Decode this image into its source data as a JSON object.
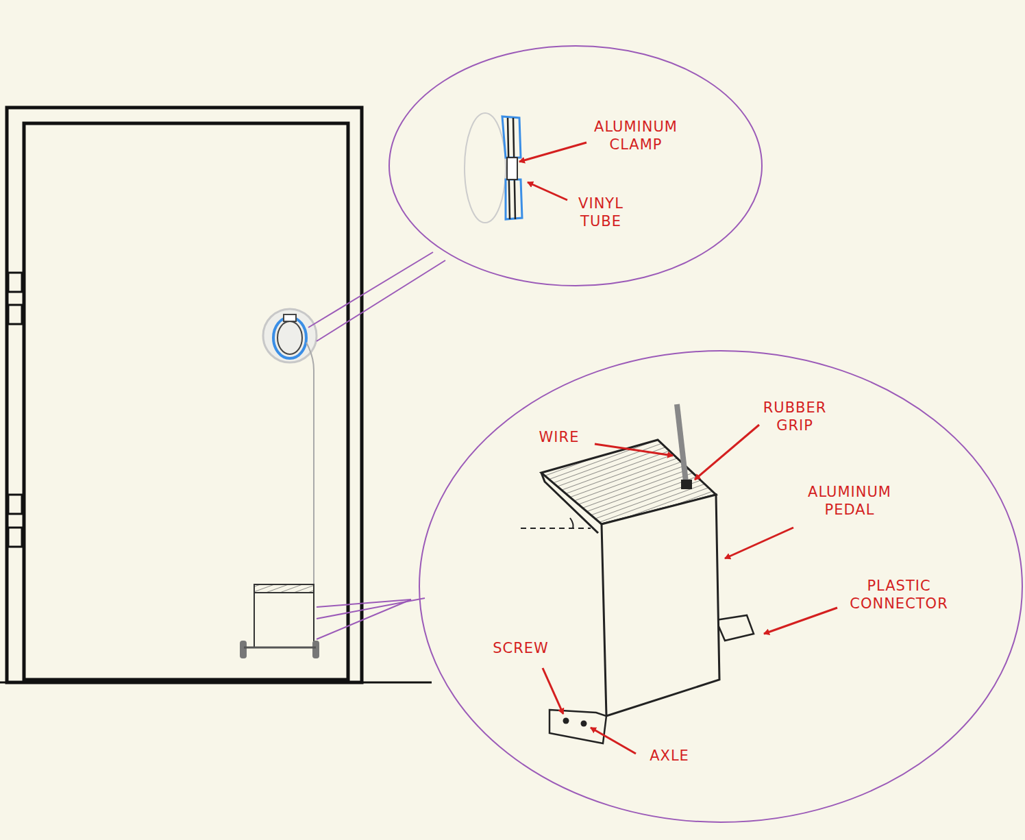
{
  "diagram": {
    "labels": [
      "ALUMINUM CLAMP",
      "VINYL TUBE",
      "WIRE",
      "RUBBER GRIP",
      "ALUMINUM PEDAL",
      "PLASTIC CONNECTOR",
      "SCREW",
      "AXLE"
    ]
  }
}
